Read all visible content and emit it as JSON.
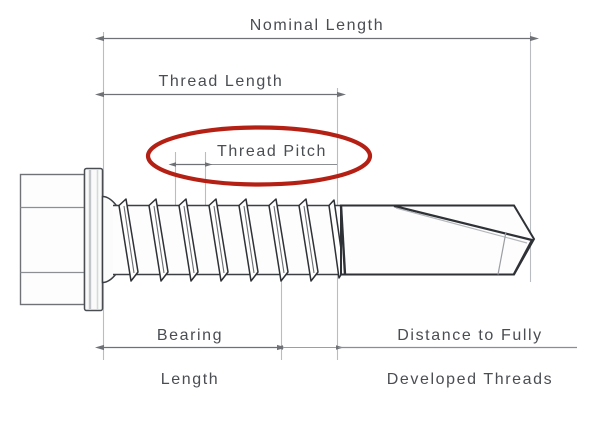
{
  "diagram": {
    "title": "Self-Drilling Hex Washer Head Screw Dimension Diagram",
    "subject": "hex-washer-head self-drilling screw",
    "background_color": "#ffffff",
    "line_color": "#8a8d92",
    "outline_color": "#3c3f44",
    "text_color": "#4a4d52",
    "highlight_color": "#b52015"
  },
  "dimensions": {
    "nominal_length": {
      "label": "Nominal Length",
      "position": "top",
      "span": "full-screw-under-head-to-tip"
    },
    "thread_length": {
      "label": "Thread Length",
      "position": "upper",
      "span": "under-head-to-start-of-drill-point"
    },
    "thread_pitch": {
      "label": "Thread Pitch",
      "position": "middle",
      "span": "crest-to-adjacent-crest",
      "highlighted": true,
      "highlight_shape": "ellipse"
    },
    "bearing_length": {
      "label_line_1": "Bearing",
      "label_line_2": "Length",
      "position": "bottom-left",
      "span": "under-head-to-end-of-full-threads"
    },
    "distance_to_fully_developed_threads": {
      "label_line_1": "Distance to Fully",
      "label_line_2": "Developed Threads",
      "position": "bottom-right",
      "span": "thread-run-out-to-drill-point-tip"
    }
  },
  "screw": {
    "head_type": "hex washer head",
    "point_type": "self-drilling drill point",
    "thread_count": 8
  }
}
